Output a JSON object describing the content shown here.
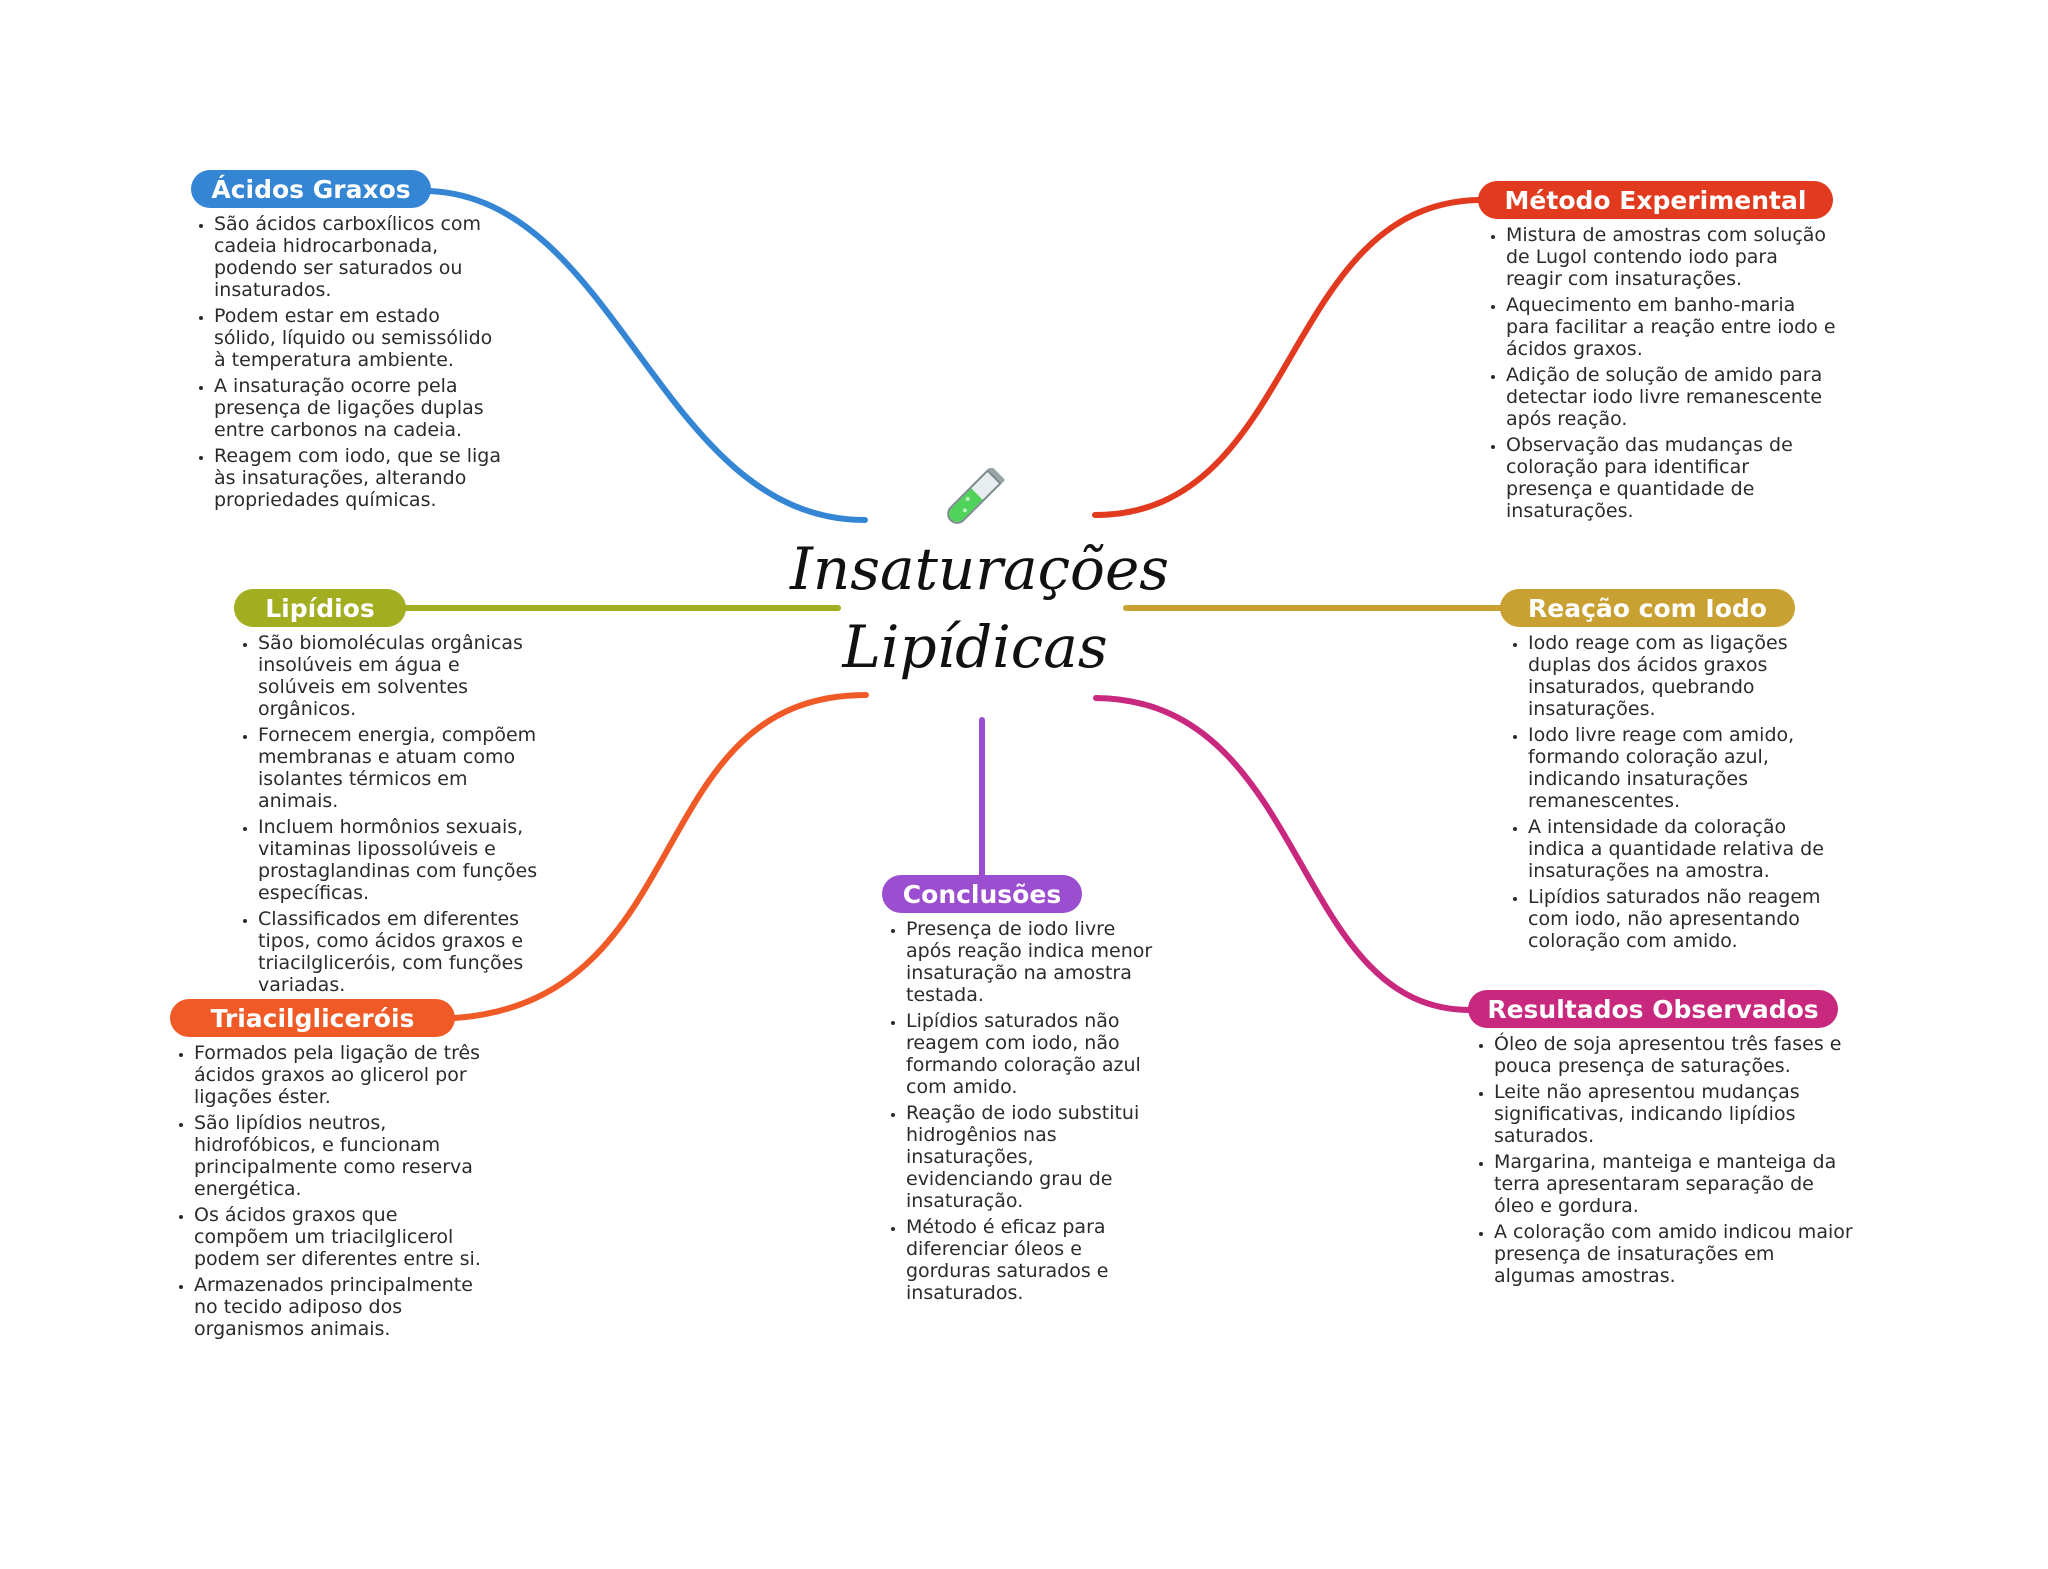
{
  "center": {
    "title_line1": "Insaturações",
    "title_line2": "Lipídicas",
    "icon": "test-tube-icon"
  },
  "colors": {
    "acidos": "#3485d4",
    "metodo": "#e23a1e",
    "lipidios": "#a2ad1f",
    "reacao": "#c9a032",
    "conclusoes": "#9b4fd0",
    "triacil": "#f05a26",
    "resultados": "#c8287e"
  },
  "branches": {
    "acidos": {
      "title": "Ácidos Graxos",
      "items": [
        "São ácidos carboxílicos com cadeia hidrocarbonada, podendo ser saturados ou insaturados.",
        "Podem estar em estado sólido, líquido ou semissólido à temperatura ambiente.",
        "A insaturação ocorre pela presença de ligações duplas entre carbonos na cadeia.",
        "Reagem com iodo, que se liga às insaturações, alterando propriedades químicas."
      ]
    },
    "metodo": {
      "title": "Método Experimental",
      "items": [
        "Mistura de amostras com solução de Lugol contendo iodo para reagir com insaturações.",
        "Aquecimento em banho-maria para facilitar a reação entre iodo e ácidos graxos.",
        "Adição de solução de amido para detectar iodo livre remanescente após reação.",
        "Observação das mudanças de coloração para identificar presença e quantidade de insaturações."
      ]
    },
    "lipidios": {
      "title": "Lipídios",
      "items": [
        "São biomoléculas orgânicas insolúveis em água e solúveis em solventes orgânicos.",
        "Fornecem energia, compõem membranas e atuam como isolantes térmicos em animais.",
        "Incluem hormônios sexuais, vitaminas lipossolúveis e prostaglandinas com funções específicas.",
        "Classificados em diferentes tipos, como ácidos graxos e triacilgliceróis, com funções variadas."
      ]
    },
    "reacao": {
      "title": "Reação com Iodo",
      "items": [
        "Iodo reage com as ligações duplas dos ácidos graxos insaturados, quebrando insaturações.",
        "Iodo livre reage com amido, formando coloração azul, indicando insaturações remanescentes.",
        "A intensidade da coloração indica a quantidade relativa de insaturações na amostra.",
        "Lipídios saturados não reagem com iodo, não apresentando coloração com amido."
      ]
    },
    "conclusoes": {
      "title": "Conclusões",
      "items": [
        "Presença de iodo livre após reação indica menor insaturação na amostra testada.",
        "Lipídios saturados não reagem com iodo, não formando coloração azul com amido.",
        "Reação de iodo substitui hidrogênios nas insaturações, evidenciando grau de insaturação.",
        "Método é eficaz para diferenciar óleos e gorduras saturados e insaturados."
      ]
    },
    "triacil": {
      "title": "Triacilgliceróis",
      "items": [
        "Formados pela ligação de três ácidos graxos ao glicerol por ligações éster.",
        "São lipídios neutros, hidrofóbicos, e funcionam principalmente como reserva energética.",
        "Os ácidos graxos que compõem um triacilglicerol podem ser diferentes entre si.",
        "Armazenados principalmente no tecido adiposo dos organismos animais."
      ]
    },
    "resultados": {
      "title": "Resultados Observados",
      "items": [
        "Óleo de soja apresentou três fases e pouca presença de saturações.",
        "Leite não apresentou mudanças significativas, indicando lipídios saturados.",
        "Margarina, manteiga e manteiga da terra apresentaram separação de óleo e gordura.",
        "A coloração com amido indicou maior presença de insaturações em algumas amostras."
      ]
    }
  }
}
